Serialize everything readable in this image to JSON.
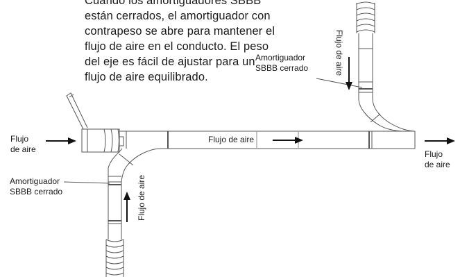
{
  "description_lines": [
    "Cuando los amortiguadores SBBB",
    "están cerrados, el amortiguador con",
    "contrapeso se abre para mantener el",
    "flujo de aire en el conducto. El peso",
    "del eje es fácil de ajustar para un",
    "flujo de aire equilibrado."
  ],
  "labels": {
    "inlet_flow_line1": "Flujo",
    "inlet_flow_line2": "de aire",
    "main_duct_flow": "Flujo de aire",
    "outlet_flow_line1": "Flujo",
    "outlet_flow_line2": "de aire",
    "upper_branch_flow": "Flujo de aire",
    "lower_branch_flow": "Flujo de aire",
    "upper_damper_line1": "Amortiguador",
    "upper_damper_line2": "SBBB cerrado",
    "lower_damper_line1": "Amortiguador",
    "lower_damper_line2": "SBBB cerrado"
  },
  "colors": {
    "line": "#555555",
    "arrow": "#111111",
    "text": "#1a1a1a"
  }
}
